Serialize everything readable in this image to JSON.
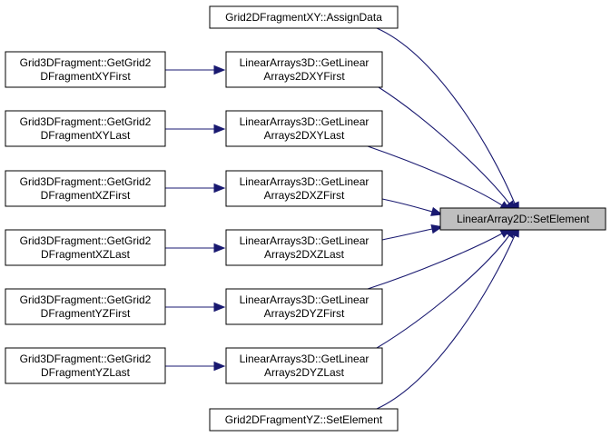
{
  "graph": {
    "target": "LinearArray2D::SetElement",
    "nodes": {
      "n_target": {
        "lines": [
          "LinearArray2D::SetElement"
        ]
      },
      "n_xy_assign": {
        "lines": [
          "Grid2DFragmentXY::AssignData"
        ]
      },
      "n_la_xyf": {
        "lines": [
          "LinearArrays3D::GetLinear",
          "Arrays2DXYFirst"
        ]
      },
      "n_la_xyl": {
        "lines": [
          "LinearArrays3D::GetLinear",
          "Arrays2DXYLast"
        ]
      },
      "n_la_xzf": {
        "lines": [
          "LinearArrays3D::GetLinear",
          "Arrays2DXZFirst"
        ]
      },
      "n_la_xzl": {
        "lines": [
          "LinearArrays3D::GetLinear",
          "Arrays2DXZLast"
        ]
      },
      "n_la_yzf": {
        "lines": [
          "LinearArrays3D::GetLinear",
          "Arrays2DYZFirst"
        ]
      },
      "n_la_yzl": {
        "lines": [
          "LinearArrays3D::GetLinear",
          "Arrays2DYZLast"
        ]
      },
      "n_yz_set": {
        "lines": [
          "Grid2DFragmentYZ::SetElement"
        ]
      },
      "n_g_xyf": {
        "lines": [
          "Grid3DFragment::GetGrid2",
          "DFragmentXYFirst"
        ]
      },
      "n_g_xyl": {
        "lines": [
          "Grid3DFragment::GetGrid2",
          "DFragmentXYLast"
        ]
      },
      "n_g_xzf": {
        "lines": [
          "Grid3DFragment::GetGrid2",
          "DFragmentXZFirst"
        ]
      },
      "n_g_xzl": {
        "lines": [
          "Grid3DFragment::GetGrid2",
          "DFragmentXZLast"
        ]
      },
      "n_g_yzf": {
        "lines": [
          "Grid3DFragment::GetGrid2",
          "DFragmentYZFirst"
        ]
      },
      "n_g_yzl": {
        "lines": [
          "Grid3DFragment::GetGrid2",
          "DFragmentYZLast"
        ]
      }
    },
    "edges": [
      [
        "n_xy_assign",
        "n_target"
      ],
      [
        "n_la_xyf",
        "n_target"
      ],
      [
        "n_la_xyl",
        "n_target"
      ],
      [
        "n_la_xzf",
        "n_target"
      ],
      [
        "n_la_xzl",
        "n_target"
      ],
      [
        "n_la_yzf",
        "n_target"
      ],
      [
        "n_la_yzl",
        "n_target"
      ],
      [
        "n_yz_set",
        "n_target"
      ],
      [
        "n_g_xyf",
        "n_la_xyf"
      ],
      [
        "n_g_xyl",
        "n_la_xyl"
      ],
      [
        "n_g_xzf",
        "n_la_xzf"
      ],
      [
        "n_g_xzl",
        "n_la_xzl"
      ],
      [
        "n_g_yzf",
        "n_la_yzf"
      ],
      [
        "n_g_yzl",
        "n_la_yzl"
      ]
    ],
    "colors": {
      "edge": "#191970",
      "target_fill": "#bfbfbf",
      "node_fill": "#ffffff",
      "border": "#000000"
    }
  }
}
